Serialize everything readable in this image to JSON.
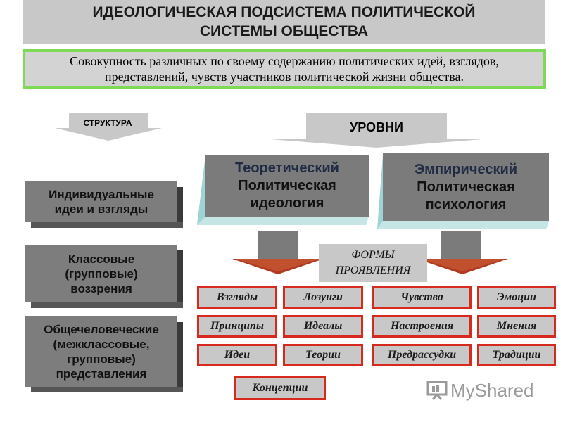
{
  "header": {
    "title": "ИДЕОЛОГИЧЕСКАЯ ПОДСИСТЕМА ПОЛИТИЧЕСКОЙ СИСТЕМЫ ОБЩЕСТВА",
    "definition": "Совокупность различных по своему содержанию политических идей, взглядов, представлений, чувств участников политической жизни общества."
  },
  "structure": {
    "label": "СТРУКТУРА",
    "items": [
      "Индивидуальные идеи и взгляды",
      "Классовые (групповые) воззрения",
      "Общечеловеческие (межклассовые, групповые) представления"
    ]
  },
  "levels": {
    "label": "УРОВНИ",
    "theoretical": {
      "title": "Теоретический",
      "line1": "Политическая",
      "line2": "идеология"
    },
    "empirical": {
      "title": "Эмпирический",
      "line1": "Политическая",
      "line2": "психология"
    }
  },
  "forms": {
    "label_line1": "ФОРМЫ",
    "label_line2": "ПРОЯВЛЕНИЯ",
    "theoretical": [
      "Взгляды",
      "Лозунги",
      "Принципы",
      "Идеалы",
      "Идеи",
      "Теории",
      "Концепции"
    ],
    "empirical": [
      "Чувства",
      "Эмоции",
      "Настроения",
      "Мнения",
      "Предрассудки",
      "Традиции"
    ]
  },
  "watermark": {
    "text": "MyShared"
  },
  "colors": {
    "box_gray": "#7b7b7b",
    "light_gray": "#c8c8c8",
    "form_border": "#d62a1e",
    "definition_border": "#7ed957",
    "arrow_red": "#b03a22"
  }
}
